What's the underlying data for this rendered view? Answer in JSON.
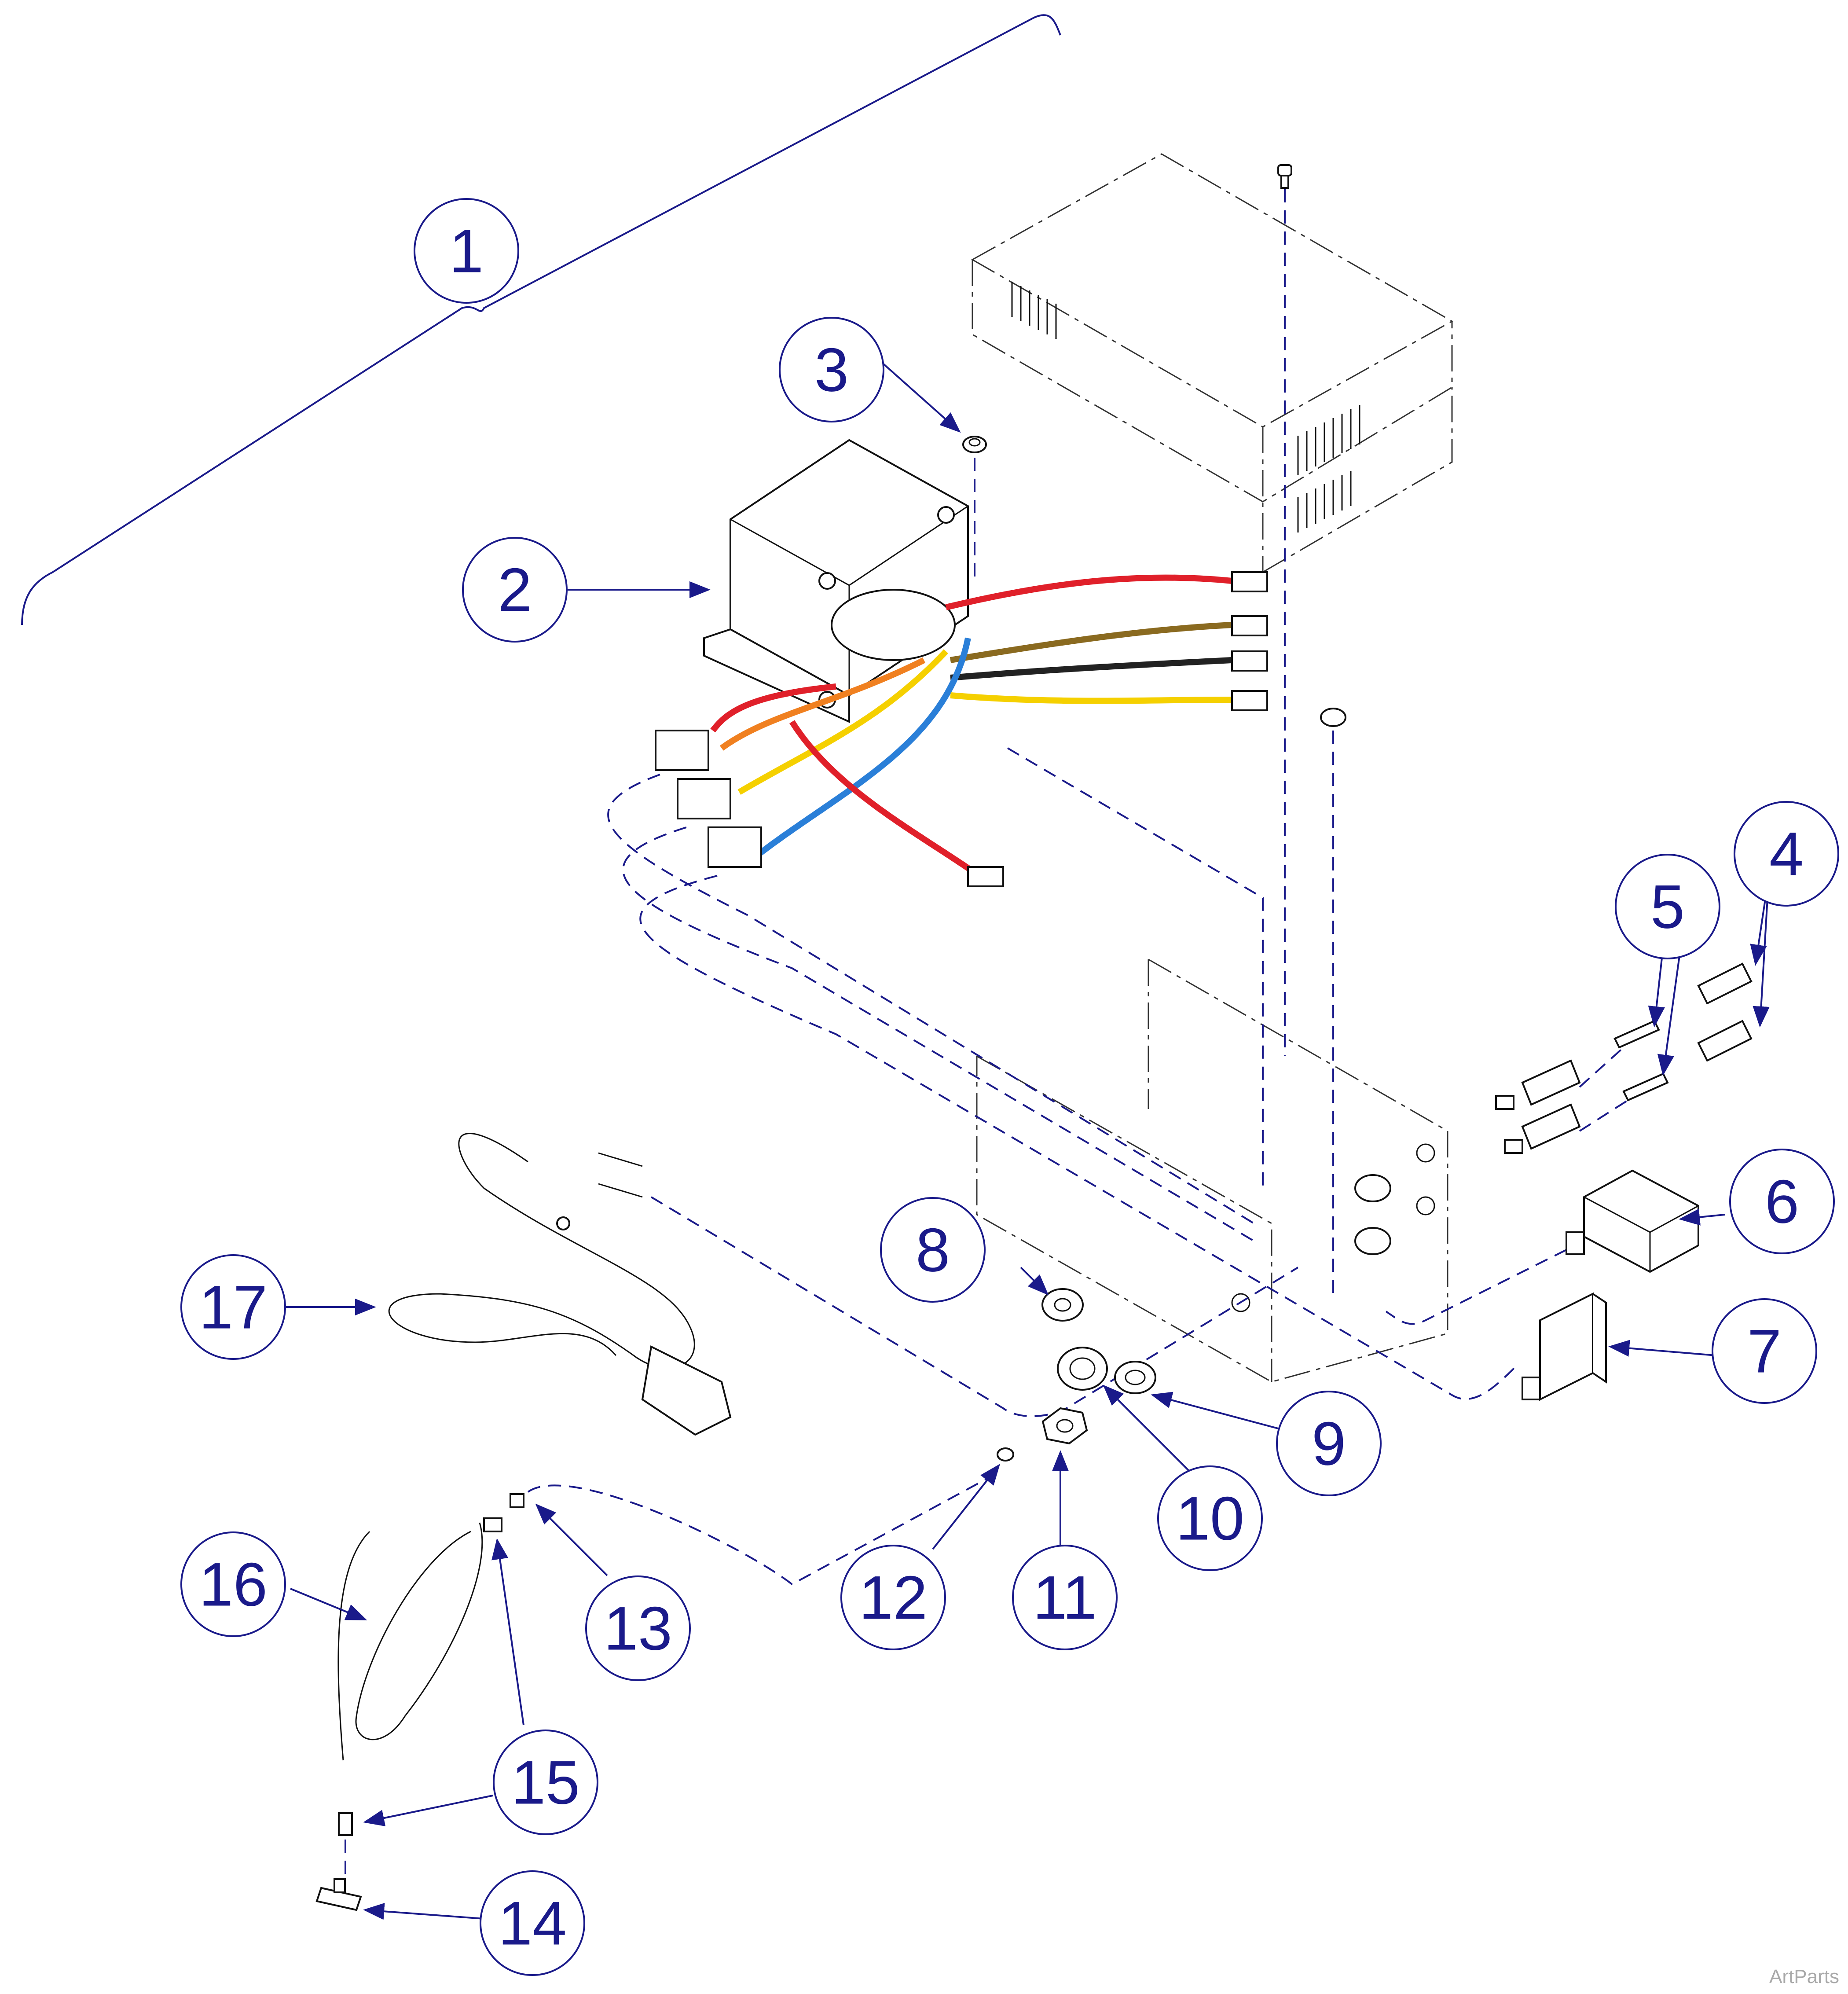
{
  "callouts": [
    "1",
    "2",
    "3",
    "4",
    "5",
    "6",
    "7",
    "8",
    "9",
    "10",
    "11",
    "12",
    "13",
    "14",
    "15",
    "16",
    "17"
  ],
  "watermark": "ArtParts",
  "colors": {
    "callout": "#1a1a8a",
    "wire_red": "#e0202a",
    "wire_orange": "#f08020",
    "wire_yellow": "#f5d000",
    "wire_blue": "#2a7fd8",
    "wire_white": "#ffffff",
    "wire_black": "#222222",
    "wire_brown": "#8a6a20"
  }
}
